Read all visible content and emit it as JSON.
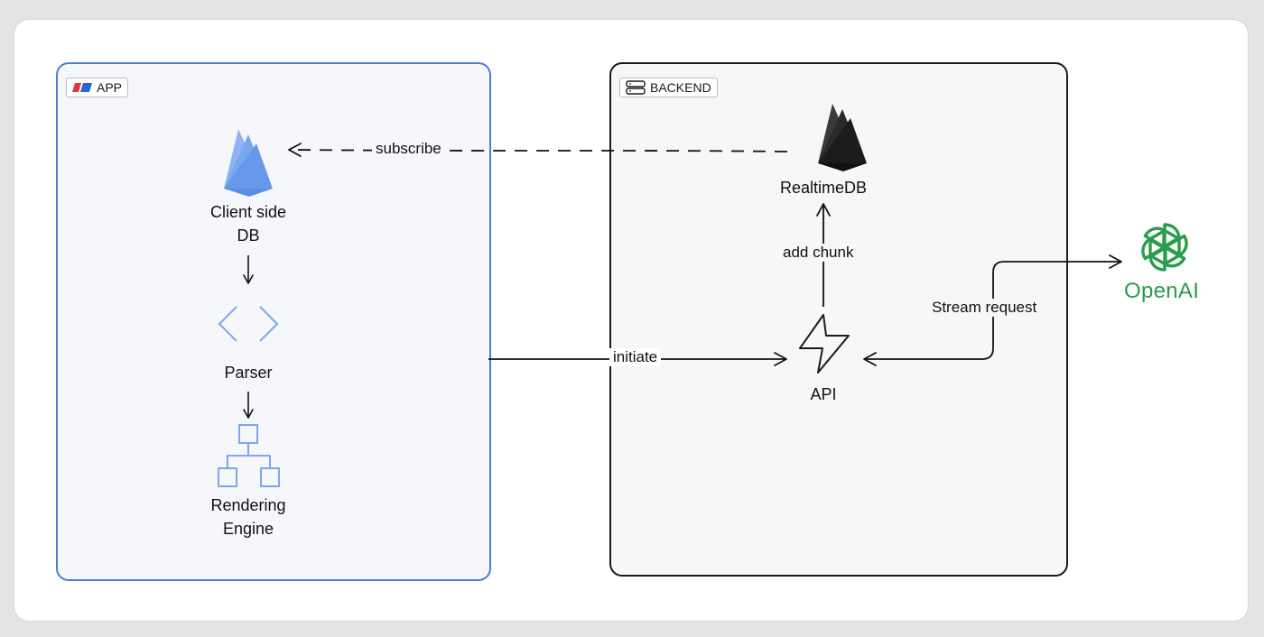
{
  "app_panel": {
    "tag": "APP",
    "nodes": {
      "client_db": "Client side\nDB",
      "parser": "Parser",
      "rendering": "Rendering\nEngine"
    }
  },
  "backend_panel": {
    "tag": "BACKEND",
    "nodes": {
      "realtime_db": "RealtimeDB",
      "api": "API"
    }
  },
  "external": {
    "openai": "OpenAI"
  },
  "edges": {
    "subscribe": "subscribe",
    "initiate": "initiate",
    "add_chunk": "add chunk",
    "stream_request": "Stream request"
  },
  "colors": {
    "app_accent": "#4a7fd4",
    "app_icon": "#7aa7ee",
    "backend_accent": "#1a1a1a",
    "openai_green": "#2a9d4a",
    "tag_red": "#e0353b",
    "tag_blue": "#2f62d6"
  },
  "icons": {
    "client_db": "firebase-icon",
    "parser": "code-brackets-icon",
    "rendering": "hierarchy-icon",
    "realtime_db": "firebase-icon",
    "api": "lightning-icon",
    "openai": "openai-logo-icon",
    "backend_tag": "server-icon"
  }
}
